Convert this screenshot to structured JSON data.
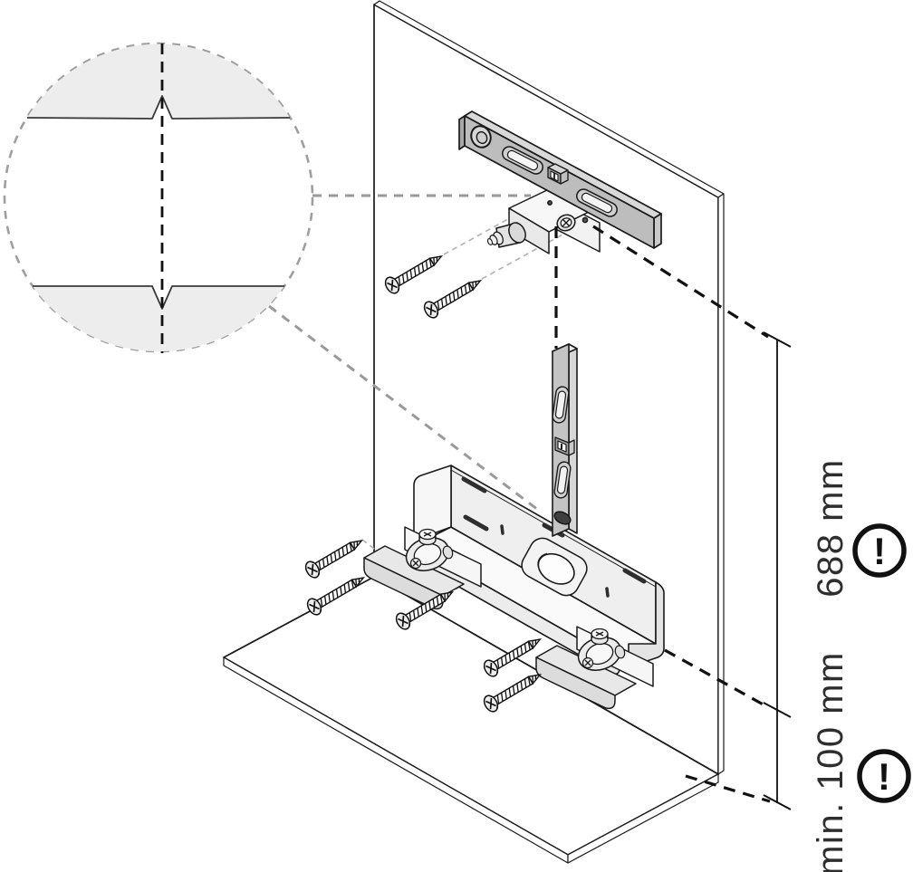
{
  "figure": {
    "kind": "installation-diagram"
  },
  "dimensions": {
    "upper": {
      "label": "688 mm"
    },
    "lower": {
      "label": "min. 100 mm"
    }
  },
  "warning": {
    "glyph": "!"
  },
  "colors": {
    "background": "#ffffff",
    "outline": "#1a1a1a",
    "level_gray": "#bdbdbd",
    "panel_white": "#ffffff",
    "bracket_light": "#efefef",
    "dashed_gray": "#9a9a9a",
    "label_text": "#2e2e2e"
  }
}
